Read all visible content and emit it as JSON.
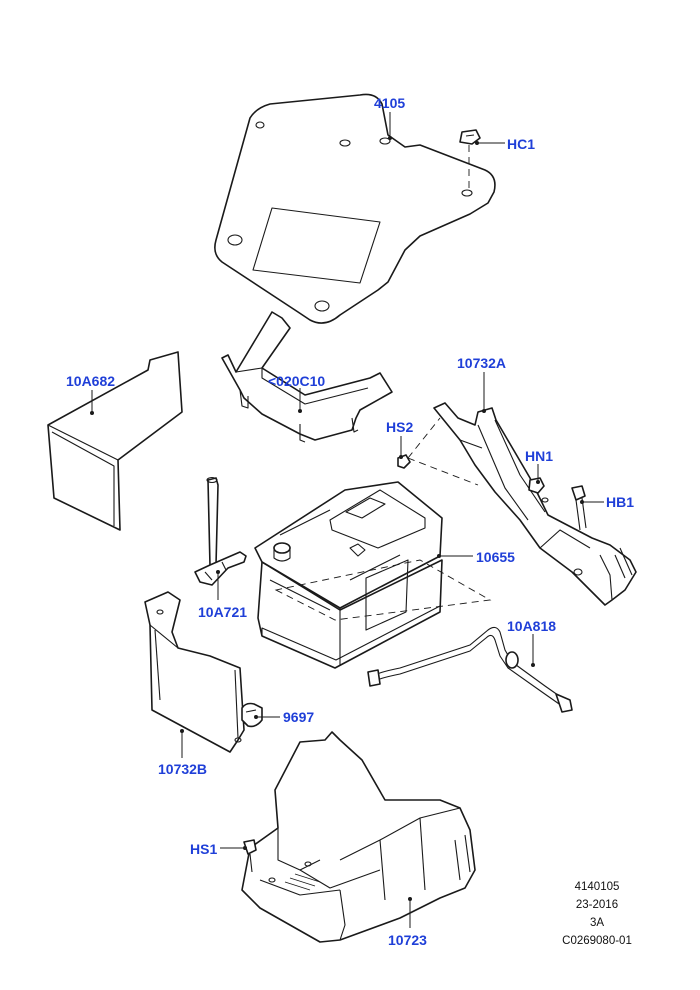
{
  "callouts": {
    "c4105": "4105",
    "hc1": "HC1",
    "c10a682": "10A682",
    "c020c10": "<020C10",
    "c10732a": "10732A",
    "hs2": "HS2",
    "hn1": "HN1",
    "hb1": "HB1",
    "c10655": "10655",
    "c10a721": "10A721",
    "c10a818": "10A818",
    "c9697": "9697",
    "c10732b": "10732B",
    "hs1": "HS1",
    "c10723": "10723"
  },
  "reference": {
    "line1": "4140105",
    "line2": "23-2016",
    "line3": "3A",
    "line4": "C0269080-01"
  },
  "colors": {
    "callout": "#1f3fd8",
    "line": "#1a1a1a"
  }
}
